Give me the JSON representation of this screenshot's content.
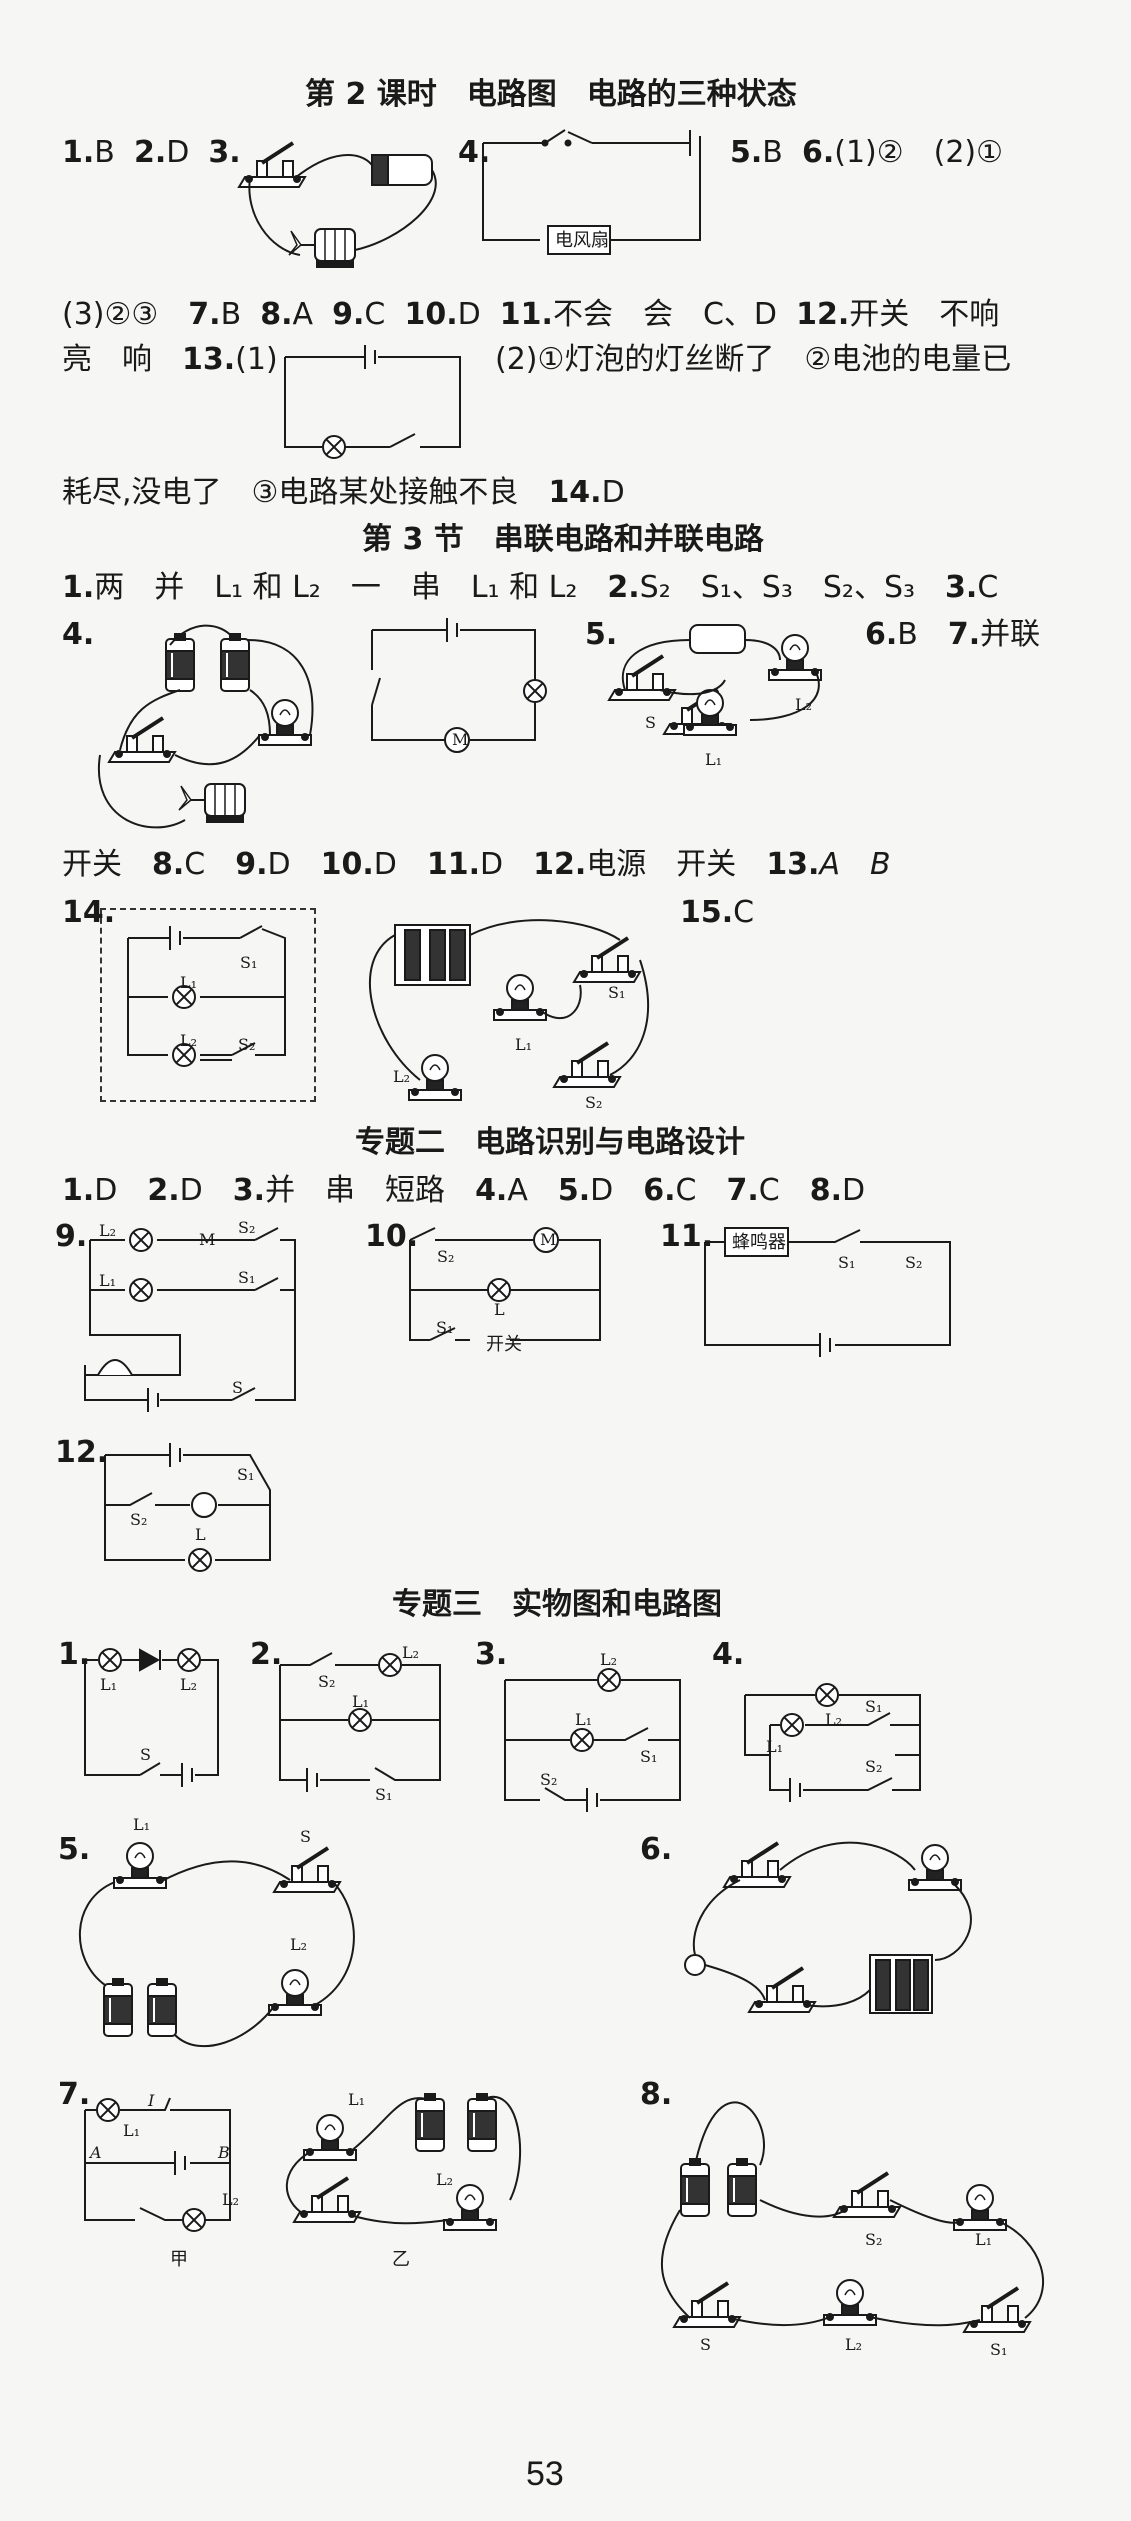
{
  "headings": {
    "s1": "第 2 课时　电路图　电路的三种状态",
    "s2": "第 3 节　串联电路和并联电路",
    "s3": "专题二　电路识别与电路设计",
    "s4": "专题三　实物图和电路图"
  },
  "lines": {
    "a1": [
      "1.",
      "B",
      "2.",
      "D",
      "3."
    ],
    "a1b": [
      "4."
    ],
    "a1c": [
      "5.",
      "B",
      "6.",
      "(1)②　(2)①"
    ],
    "a2": "(3)②③　",
    "a2n": [
      "7.",
      "B",
      "8.",
      "A",
      "9.",
      "C",
      "10.",
      "D",
      "11.",
      "不会　会　C、D",
      "12.",
      "开关　不响"
    ],
    "a3": "亮　响　",
    "a3n": [
      "13.",
      "(1)"
    ],
    "a3r": "(2)①灯泡的灯丝断了　②电池的电量已",
    "a4": "耗尽,没电了　③电路某处接触不良　",
    "a4n": [
      "14.",
      "D"
    ],
    "b1": [
      "1.",
      "两　并　L₁ 和 L₂　一　串　L₁ 和 L₂　",
      "2.",
      "S₂　S₁、S₃　S₂、S₃　",
      "3.",
      "C"
    ],
    "b2": [
      "4."
    ],
    "b2b": [
      "5."
    ],
    "b2c": [
      "6.",
      "B　",
      "7.",
      "并联"
    ],
    "b3": [
      "开关　",
      "8.",
      "C　",
      "9.",
      "D　",
      "10.",
      "D　",
      "11.",
      "D　",
      "12.",
      "电源　开关　",
      "13.",
      "A　B"
    ],
    "b4": [
      "14."
    ],
    "b4b": [
      "15.",
      "C"
    ],
    "c1": [
      "1.",
      "D　",
      "2.",
      "D　",
      "3.",
      "并　串　短路　",
      "4.",
      "A　",
      "5.",
      "D　",
      "6.",
      "C　",
      "7.",
      "C　",
      "8.",
      "D"
    ],
    "c2": [
      "9.",
      "10.",
      "11.",
      "12."
    ],
    "d1": [
      "1.",
      "2.",
      "3.",
      "4."
    ],
    "d2": [
      "5.",
      "6.",
      "7.",
      "8."
    ],
    "page_number": "53"
  },
  "diagram_labels": {
    "fan": "电风扇",
    "buzzer": "蜂鸣器",
    "switch_text": "开关",
    "jia": "甲",
    "yi": "乙",
    "L1": "L₁",
    "L2": "L₂",
    "L": "L",
    "S": "S",
    "S1": "S₁",
    "S2": "S₂",
    "A": "A",
    "B": "B",
    "I": "I",
    "M": "M"
  }
}
